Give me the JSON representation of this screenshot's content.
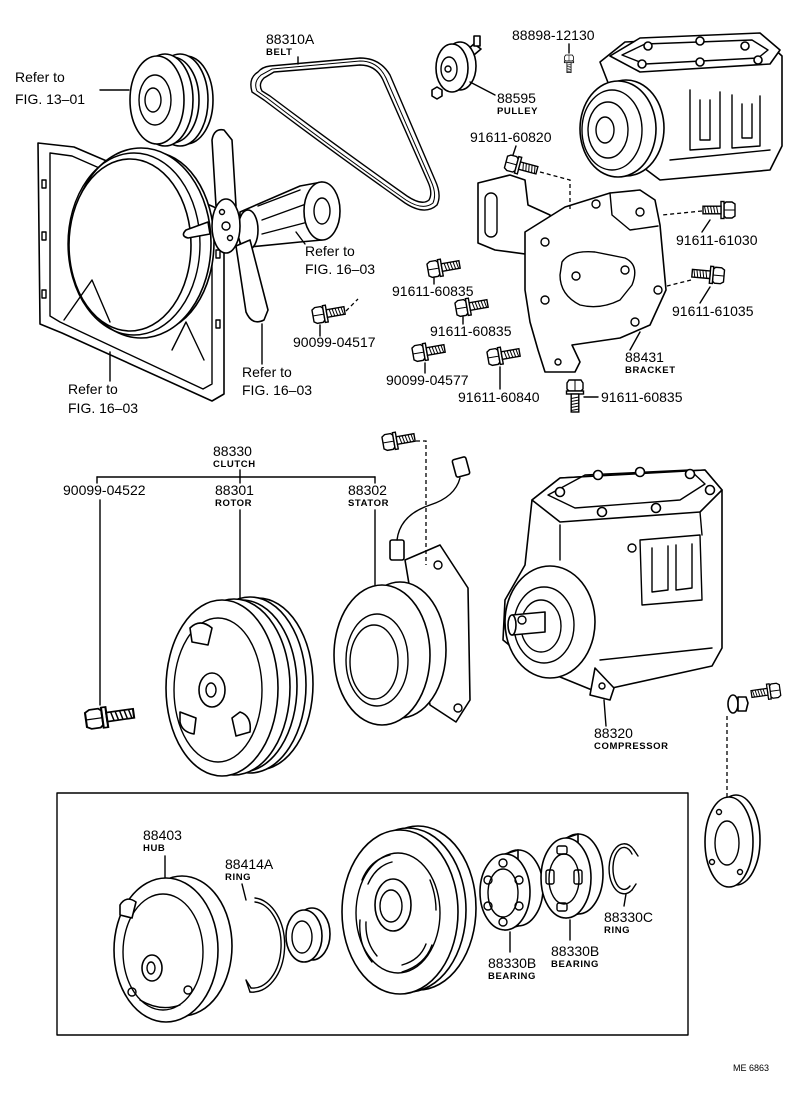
{
  "labels": {
    "crank_pulley_ref": {
      "line1": "Refer to",
      "line2": "FIG. 13–01"
    },
    "belt": {
      "part_no": "88310A",
      "name": "BELT"
    },
    "pulley_bolt": {
      "part_no": "88898-12130"
    },
    "idler_pulley": {
      "part_no": "88595",
      "name": "PULLEY"
    },
    "bolt_60820": {
      "part_no": "91611-60820"
    },
    "coupling_ref": {
      "line1": "Refer to",
      "line2": "FIG. 16–03"
    },
    "bolt_61030": {
      "part_no": "91611-61030"
    },
    "bolt_60835_upper": {
      "part_no": "91611-60835"
    },
    "bolt_61035": {
      "part_no": "91611-61035"
    },
    "bolt_60835_middle": {
      "part_no": "91611-60835"
    },
    "bolt_04517": {
      "part_no": "90099-04517"
    },
    "bracket": {
      "part_no": "88431",
      "name": "BRACKET"
    },
    "bolt_04577": {
      "part_no": "90099-04577"
    },
    "fan_ref": {
      "line1": "Refer to",
      "line2": "FIG. 16–03"
    },
    "shroud_ref": {
      "line1": "Refer to",
      "line2": "FIG. 16–03"
    },
    "bolt_60840": {
      "part_no": "91611-60840"
    },
    "bolt_60835_lower": {
      "part_no": "91611-60835"
    },
    "clutch": {
      "part_no": "88330",
      "name": "CLUTCH"
    },
    "clutch_bolt": {
      "part_no": "90099-04522"
    },
    "rotor": {
      "part_no": "88301",
      "name": "ROTOR"
    },
    "stator": {
      "part_no": "88302",
      "name": "STATOR"
    },
    "compressor": {
      "part_no": "88320",
      "name": "COMPRESSOR"
    },
    "hub": {
      "part_no": "88403",
      "name": "HUB"
    },
    "hub_ring": {
      "part_no": "88414A",
      "name": "RING"
    },
    "snap_ring": {
      "part_no": "88330C",
      "name": "RING"
    },
    "bearing_outer": {
      "part_no": "88330B",
      "name": "BEARING"
    },
    "bearing_inner": {
      "part_no": "88330B",
      "name": "BEARING"
    }
  },
  "diagram_code": "ME 6863"
}
